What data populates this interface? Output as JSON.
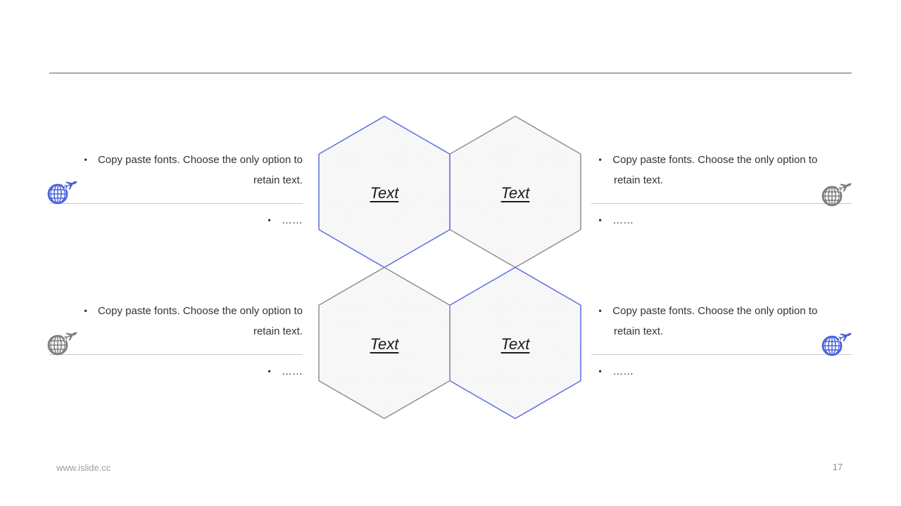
{
  "bullet_char": "•",
  "notes": {
    "top_left": {
      "line1": "Copy paste fonts. Choose the only option to",
      "line2": "retain text.",
      "more": "……"
    },
    "top_right": {
      "line1": "Copy paste fonts. Choose the only option to",
      "line2": "retain text.",
      "more": "……"
    },
    "bottom_left": {
      "line1": "Copy paste fonts. Choose the only option to",
      "line2": "retain text.",
      "more": "……"
    },
    "bottom_right": {
      "line1": "Copy paste fonts. Choose the only option to",
      "line2": "retain text.",
      "more": "……"
    }
  },
  "hexagons": [
    {
      "position": "top-left",
      "label": "Text",
      "border": "blue"
    },
    {
      "position": "top-right",
      "label": "Text",
      "border": "gray"
    },
    {
      "position": "bottom-left",
      "label": "Text",
      "border": "gray"
    },
    {
      "position": "bottom-right",
      "label": "Text",
      "border": "blue"
    }
  ],
  "footer": {
    "website": "www.islide.cc",
    "page_number": "17"
  },
  "colors": {
    "hexagon_blue_border": "#5b6ce4",
    "hexagon_gray_border": "#8f8f8f",
    "icon_blue": "#4a63d8",
    "icon_gray": "#7d7d7d"
  }
}
